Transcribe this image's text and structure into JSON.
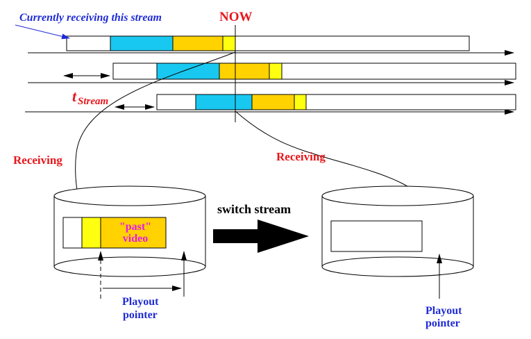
{
  "labels": {
    "currently_receiving": "Currently receiving this stream",
    "now": "NOW",
    "t_main": "t",
    "t_sub": "Stream",
    "receiving_left": "Receiving",
    "receiving_right": "Receiving",
    "switch_stream": "switch stream",
    "past_video_line1": "\"past\"",
    "past_video_line2": "video",
    "playout_left_line1": "Playout",
    "playout_left_line2": "pointer",
    "playout_right_line1": "Playout",
    "playout_right_line2": "pointer"
  },
  "colors": {
    "cyan": "#19c8f0",
    "orange": "#ffd200",
    "yellow": "#ffff10",
    "red": "#e8161b",
    "blue": "#1f2bd6",
    "magenta": "#e81ae8"
  }
}
